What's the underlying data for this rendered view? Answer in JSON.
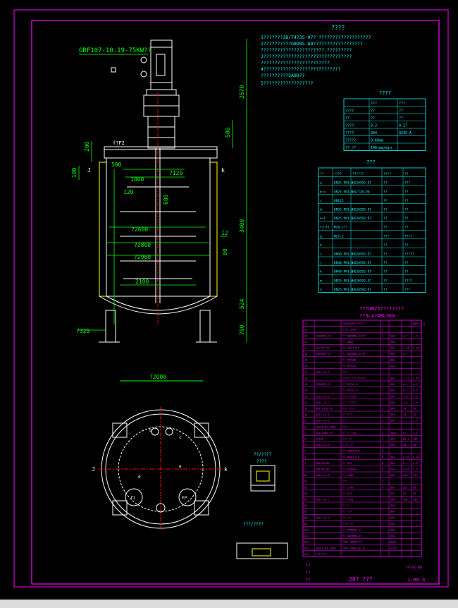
{
  "drawing": {
    "notes_title": "????",
    "notes": [
      "1???????JB/T4735-97? ???????????????????",
      "2??????????GB985-88??????????????????",
      "  ???????????????????????.?????????",
      "3????????????????????????????????",
      "  ?????????????????????????",
      "4????????????????????????????",
      "  ??????????SA80??",
      "5??????????????????"
    ],
    "motor_label": "GRF107-10.19-75KW??",
    "dims_vertical": [
      "2570",
      "500",
      "200",
      "100",
      "3400",
      "524",
      "700"
    ],
    "dims_horizontal": [
      "500",
      "1800",
      "120",
      "?120",
      "680",
      "?2600",
      "?2800",
      "?2960",
      "2100",
      "?325",
      "12",
      "80"
    ],
    "nozzle_tags": [
      "J",
      "k",
      "f?F2"
    ],
    "plan_dim": "?2000",
    "plan_tags": [
      "J",
      "k",
      "b",
      "c",
      "d",
      "e",
      "f1",
      "FP"
    ],
    "detail_a_title": "??/????",
    "detail_a_label": "????",
    "detail_b_title": "???/????"
  },
  "spec_table": {
    "title": "????",
    "header": [
      "",
      "???",
      "???"
    ],
    "rows": [
      [
        "????",
        "??",
        "??"
      ],
      [
        "??",
        "??",
        "??"
      ],
      [
        "????",
        "0.2",
        "0.27"
      ],
      [
        "????",
        "304",
        "Q235-A"
      ],
      [
        "?????",
        "0~60mm",
        ""
      ],
      [
        "?? /?",
        "146rpm/min",
        ""
      ]
    ]
  },
  "nozzle_table": {
    "title": "???",
    "header": [
      "??",
      "????",
      "??????",
      "????",
      "??"
    ],
    "rows": [
      [
        "a",
        "DN25 PN1.6",
        "HG20592-97",
        "??",
        "???"
      ],
      [
        "b~c",
        "DN25 PN1.6",
        "HG/T20-96",
        "??",
        "??"
      ],
      [
        "c",
        "DN125",
        "",
        "??",
        "??"
      ],
      [
        "d",
        "DN25 PN1.6",
        "HG20592-97",
        "??",
        "??"
      ],
      [
        "e~f",
        "DN25 PN1.6",
        "HG20592-97",
        "??",
        "??"
      ],
      [
        "f1~f2",
        "M26-2??",
        "",
        "??",
        "??"
      ],
      [
        "g",
        "M27-2",
        "",
        "???",
        "????"
      ],
      [
        "h",
        "",
        "",
        "??",
        "??"
      ],
      [
        "i",
        "DN40 PN1.6",
        "HG20592-97",
        "??",
        "?????"
      ],
      [
        "j",
        "DN40 PN1.6",
        "HG20592-97",
        "??",
        "??"
      ],
      [
        "k",
        "DN40 PN1.6",
        "HG20592-97",
        "??",
        "??"
      ],
      [
        "m",
        "DN25 PN1.6",
        "HG20592-97",
        "??",
        "????"
      ],
      [
        "n",
        "DN25 PN1.6",
        "HG20592-97",
        "??",
        "???"
      ]
    ]
  },
  "bom_table": {
    "caption": "???GB25????????",
    "subcaption": "??3L4?4BL3K0",
    "rows": [
      [
        "25",
        "",
        "?1DN2500-24??3",
        "2",
        "",
        "",
        "DN50-1.6"
      ],
      [
        "24",
        "",
        "???? 2x46",
        "3",
        "",
        "",
        ""
      ],
      [
        "23",
        "HG20592-97",
        "?? DN25PN1.6-97",
        "2",
        "304",
        "0.7",
        "1.4"
      ],
      [
        "22",
        "",
        "?? DN25",
        "1",
        "304",
        "",
        ""
      ],
      [
        "21",
        "HG/T21-94",
        "?? Pg1.6?18",
        "1",
        "304",
        "3.18",
        "3.18"
      ],
      [
        "20",
        "HG20592-97",
        "?? DN25PN1.6-97",
        "1",
        "304",
        "0.7",
        ""
      ],
      [
        "19",
        "",
        "?? M27x2B",
        "1",
        "304",
        "",
        ""
      ],
      [
        "18",
        "",
        "?? M27x2B",
        "1",
        "304",
        "",
        ""
      ],
      [
        "17",
        "AS14-12-1",
        "???",
        "1",
        "",
        "",
        ""
      ],
      [
        "16",
        "",
        "????? ??? H27x2",
        "2",
        "304",
        "1.22",
        "2.44"
      ],
      [
        "15",
        "HG20592-97",
        "?? M27x2.5",
        "1",
        "304",
        "0.1",
        "0.1"
      ],
      [
        "14",
        "",
        "?? H27x2.5",
        "2",
        "304",
        "0.3",
        "0.6"
      ],
      [
        "13",
        "AS14-12-5",
        "????T7?1N",
        "1",
        "304",
        "1.6",
        "1.6"
      ],
      [
        "12",
        "AS14-12-7",
        "?? ??????",
        "1",
        "304",
        "3.8",
        "3.8"
      ],
      [
        "11",
        "HG5-1323-95",
        "??? ????",
        "1",
        "304",
        "14",
        "14"
      ],
      [
        "10",
        "AS14-12-5",
        "?? ???",
        "2",
        "304",
        "16",
        "32"
      ],
      [
        "9",
        "AS14-12-1",
        "?? ?",
        "2",
        "304",
        "1.1",
        "2.2"
      ],
      [
        "8",
        "GB/T6-82-1986",
        "???",
        "3",
        "",
        "",
        ""
      ],
      [
        "7",
        "HG5-1404-94",
        "?? ?? LED",
        "2",
        "3825",
        "0.7",
        "1.4"
      ],
      [
        "6",
        "JL430",
        "??? ??",
        "2",
        "304",
        "50.1",
        "100"
      ],
      [
        "5",
        "AS14-12-8",
        "???? ??",
        "1",
        "304",
        "20",
        "20"
      ],
      [
        "4",
        "",
        "?? M48?L?28",
        "8",
        "",
        "",
        ""
      ],
      [
        "3",
        "",
        "?? M48?L?28",
        "8",
        "304",
        "0.01",
        "0.08"
      ],
      [
        "2",
        "GB6170-86",
        "?? M24",
        "8",
        "304",
        "0.1",
        "0.8"
      ],
      [
        "1",
        "GB5782-86",
        "?? M24x80",
        "8",
        "304",
        "0.45",
        "3.6"
      ],
      [
        "D1",
        "AS14-12-8",
        "?? 2480",
        "1",
        "304",
        "250",
        "250"
      ],
      [
        "D2",
        "",
        "???",
        "1",
        "",
        "",
        ""
      ],
      [
        "D3",
        "",
        "?? 2148",
        "4",
        "304",
        "20",
        "80"
      ],
      [
        "D4",
        "",
        "?? Q=2",
        "2",
        "304",
        "25",
        "50"
      ],
      [
        "D5",
        "AS14-12-1",
        "?? 2148",
        "1",
        "304",
        "100",
        "100"
      ],
      [
        "D6",
        "",
        "?? ?",
        "1",
        "304",
        "",
        ""
      ],
      [
        "D7",
        "",
        "?? ???",
        "1",
        "304",
        "",
        ""
      ],
      [
        "D8",
        "AS14-12-1",
        "?? ??",
        "1",
        "304",
        "",
        ""
      ],
      [
        "D9",
        "",
        "???? ??",
        "1",
        "304",
        "",
        ""
      ],
      [
        "D10",
        "",
        "?? DN40PN1.6",
        "1",
        "304",
        "",
        ""
      ],
      [
        "D11",
        "",
        "?? DN25PN1.6",
        "1",
        "304",
        "",
        ""
      ],
      [
        "D12",
        "",
        "?HGF 3000????",
        "1",
        "Q235",
        "",
        ""
      ],
      [
        "D13",
        "GB/T6-83-1986",
        "?HGF 3000-90-12",
        "4",
        "Q235",
        "",
        ""
      ],
      [
        "D14",
        "???????",
        "",
        "",
        "",
        "",
        ""
      ]
    ],
    "title_block": {
      "name": "20? ???",
      "scale": "1:08.4",
      "labels": [
        "??",
        "??",
        "??"
      ],
      "meta": "??-02-08"
    }
  },
  "colors": {
    "frame": "#ff00ff",
    "dim": "#00ff00",
    "text": "#00ffff",
    "vessel": "#ffffff",
    "jacket": "#ffff00",
    "center": "#ff0000",
    "table_line": "#00ffff",
    "bom_line": "#ff00ff"
  }
}
